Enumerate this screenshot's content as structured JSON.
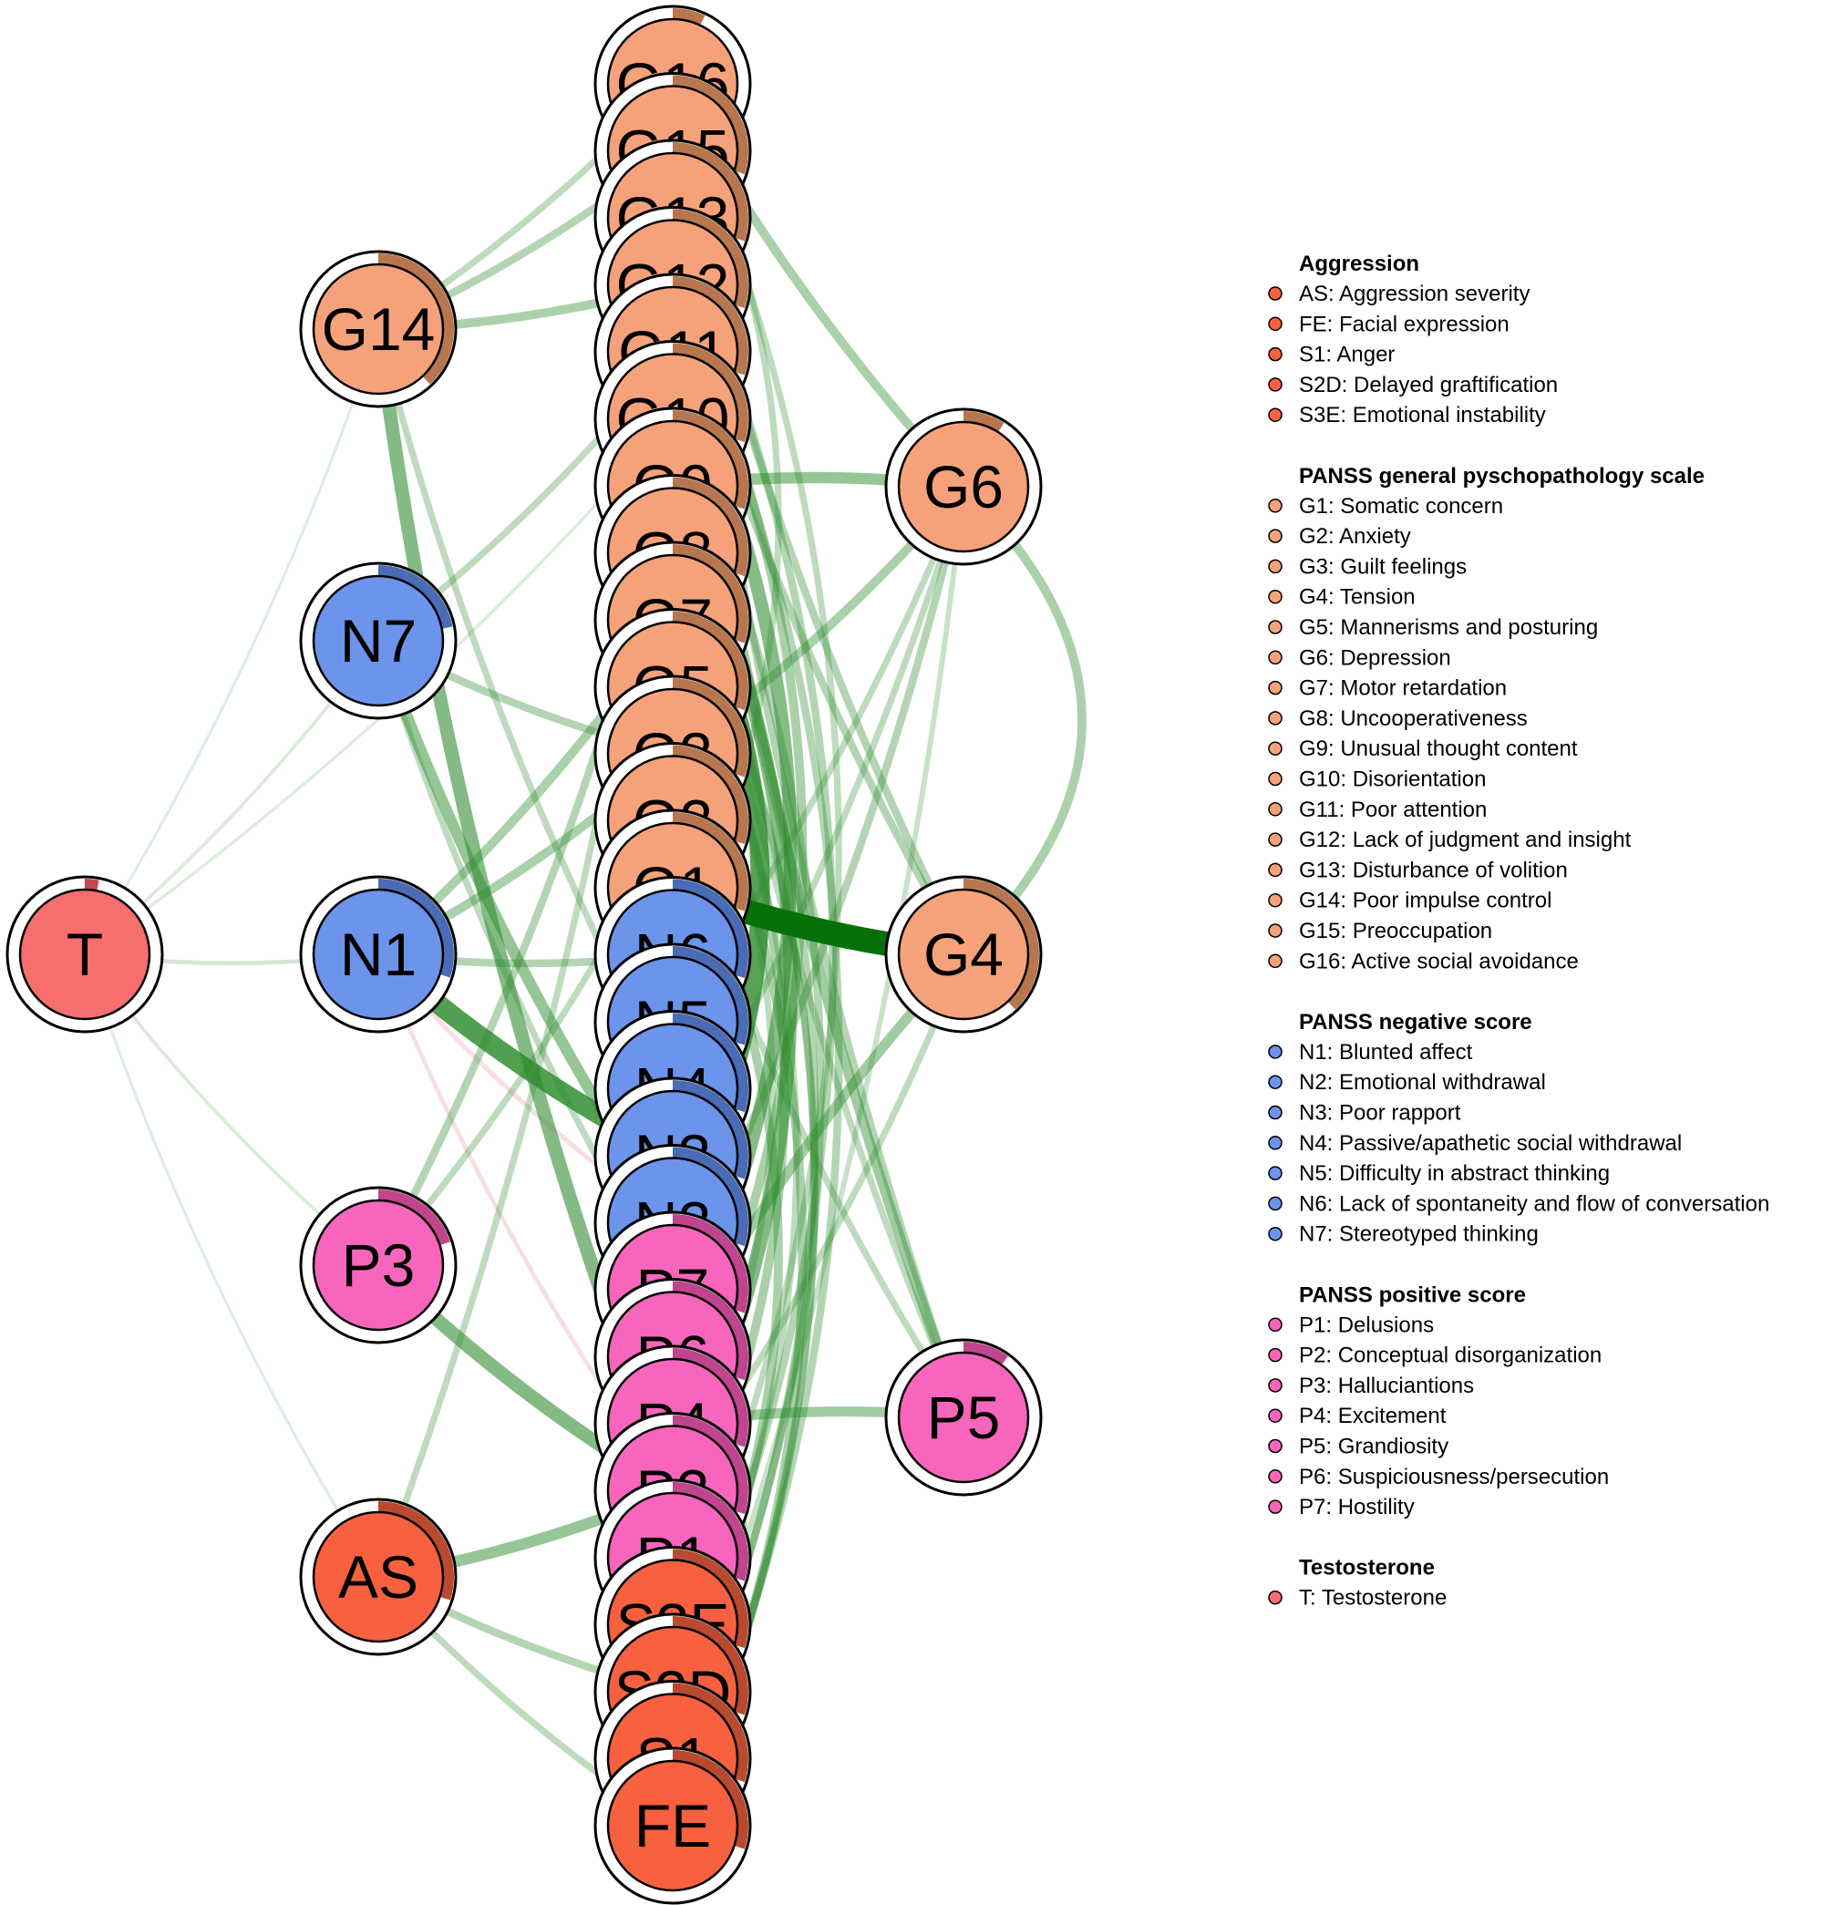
{
  "colors": {
    "Aggression": "#f8613f",
    "PANSS general pyschopathology scale": "#f5a27b",
    "PANSS negative score": "#6c94ea",
    "PANSS positive score": "#f766bc",
    "Testosterone": "#f76e6e",
    "edge_positive": "#2e8b2e",
    "edge_strong": "#087008",
    "edge_negative": "#e8a0a8",
    "ring_Aggression": "#b94a30",
    "ring_PANSS general pyschopathology scale": "#b8764f",
    "ring_PANSS negative score": "#4a6bb5",
    "ring_PANSS positive score": "#c0448e",
    "ring_Testosterone": "#c24a4a"
  },
  "nodes": [
    {
      "id": "G16",
      "group": "PANSS general pyschopathology scale",
      "pie": 0.07
    },
    {
      "id": "G15",
      "group": "PANSS general pyschopathology scale",
      "pie": 0.3
    },
    {
      "id": "G13",
      "group": "PANSS general pyschopathology scale",
      "pie": 0.3
    },
    {
      "id": "G12",
      "group": "PANSS general pyschopathology scale",
      "pie": 0.3
    },
    {
      "id": "G11",
      "group": "PANSS general pyschopathology scale",
      "pie": 0.3
    },
    {
      "id": "G10",
      "group": "PANSS general pyschopathology scale",
      "pie": 0.3
    },
    {
      "id": "G9",
      "group": "PANSS general pyschopathology scale",
      "pie": 0.3
    },
    {
      "id": "G8",
      "group": "PANSS general pyschopathology scale",
      "pie": 0.3
    },
    {
      "id": "G7",
      "group": "PANSS general pyschopathology scale",
      "pie": 0.3
    },
    {
      "id": "G5",
      "group": "PANSS general pyschopathology scale",
      "pie": 0.3
    },
    {
      "id": "G3",
      "group": "PANSS general pyschopathology scale",
      "pie": 0.3
    },
    {
      "id": "G2",
      "group": "PANSS general pyschopathology scale",
      "pie": 0.3
    },
    {
      "id": "G1",
      "group": "PANSS general pyschopathology scale",
      "pie": 0.3
    },
    {
      "id": "N6",
      "group": "PANSS negative score",
      "pie": 0.3
    },
    {
      "id": "N5",
      "group": "PANSS negative score",
      "pie": 0.3
    },
    {
      "id": "N4",
      "group": "PANSS negative score",
      "pie": 0.3
    },
    {
      "id": "N3",
      "group": "PANSS negative score",
      "pie": 0.3
    },
    {
      "id": "N2",
      "group": "PANSS negative score",
      "pie": 0.3
    },
    {
      "id": "P7",
      "group": "PANSS positive score",
      "pie": 0.3
    },
    {
      "id": "P6",
      "group": "PANSS positive score",
      "pie": 0.3
    },
    {
      "id": "P4",
      "group": "PANSS positive score",
      "pie": 0.3
    },
    {
      "id": "P2",
      "group": "PANSS positive score",
      "pie": 0.3
    },
    {
      "id": "P1",
      "group": "PANSS positive score",
      "pie": 0.3
    },
    {
      "id": "S3E",
      "group": "Aggression",
      "pie": 0.3
    },
    {
      "id": "S2D",
      "group": "Aggression",
      "pie": 0.3
    },
    {
      "id": "S1",
      "group": "Aggression",
      "pie": 0.3
    },
    {
      "id": "FE",
      "group": "Aggression",
      "pie": 0.3
    },
    {
      "id": "G14",
      "group": "PANSS general pyschopathology scale",
      "pie": 0.38
    },
    {
      "id": "N7",
      "group": "PANSS negative score",
      "pie": 0.22
    },
    {
      "id": "N1",
      "group": "PANSS negative score",
      "pie": 0.3
    },
    {
      "id": "P3",
      "group": "PANSS positive score",
      "pie": 0.2
    },
    {
      "id": "AS",
      "group": "Aggression",
      "pie": 0.3
    },
    {
      "id": "T",
      "group": "Testosterone",
      "pie": 0.03
    },
    {
      "id": "G6",
      "group": "PANSS general pyschopathology scale",
      "pie": 0.09
    },
    {
      "id": "G4",
      "group": "PANSS general pyschopathology scale",
      "pie": 0.38
    },
    {
      "id": "P5",
      "group": "PANSS positive score",
      "pie": 0.1
    }
  ],
  "edges": [
    {
      "from": "G1",
      "to": "G4",
      "weight": 0.95
    },
    {
      "from": "P4",
      "to": "P1",
      "weight": 0.9
    },
    {
      "from": "P6",
      "to": "P1",
      "weight": 0.85
    },
    {
      "from": "N1",
      "to": "N3",
      "weight": 0.75
    },
    {
      "from": "G8",
      "to": "N2",
      "weight": 0.72
    },
    {
      "from": "N4",
      "to": "N2",
      "weight": 0.7
    },
    {
      "from": "G15",
      "to": "G11",
      "weight": 0.6
    },
    {
      "from": "N6",
      "to": "N3",
      "weight": 0.6
    },
    {
      "from": "S3E",
      "to": "S1",
      "weight": 0.55
    },
    {
      "from": "G14",
      "to": "P2",
      "weight": 0.5
    },
    {
      "from": "P3",
      "to": "P2",
      "weight": 0.5
    },
    {
      "from": "G10",
      "to": "G2",
      "weight": 0.5
    },
    {
      "from": "G9",
      "to": "P2",
      "weight": 0.5
    },
    {
      "from": "G11",
      "to": "P6",
      "weight": 0.48
    },
    {
      "from": "N7",
      "to": "N2",
      "weight": 0.4
    },
    {
      "from": "AS",
      "to": "P2",
      "weight": 0.4
    },
    {
      "from": "G6",
      "to": "G9",
      "weight": 0.4
    },
    {
      "from": "G4",
      "to": "P6",
      "weight": 0.35
    },
    {
      "from": "P5",
      "to": "P4",
      "weight": 0.35
    },
    {
      "from": "G13",
      "to": "P5",
      "weight": 0.35
    },
    {
      "from": "G16",
      "to": "G6",
      "weight": 0.3
    },
    {
      "from": "G6",
      "to": "G4",
      "weight": 0.3
    },
    {
      "from": "G2",
      "to": "S2D",
      "weight": 0.3
    },
    {
      "from": "N1",
      "to": "G7",
      "weight": 0.3
    },
    {
      "from": "G14",
      "to": "G12",
      "weight": 0.3
    },
    {
      "from": "G14",
      "to": "G15",
      "weight": 0.25
    },
    {
      "from": "G12",
      "to": "P4",
      "weight": 0.3
    },
    {
      "from": "N5",
      "to": "G5",
      "weight": 0.3
    },
    {
      "from": "G3",
      "to": "G6",
      "weight": 0.3
    },
    {
      "from": "N7",
      "to": "G3",
      "weight": 0.25
    },
    {
      "from": "N1",
      "to": "G3",
      "weight": 0.3
    },
    {
      "from": "P3",
      "to": "G9",
      "weight": 0.25
    },
    {
      "from": "G5",
      "to": "FE",
      "weight": 0.3
    },
    {
      "from": "G7",
      "to": "P1",
      "weight": 0.3
    },
    {
      "from": "S2D",
      "to": "G13",
      "weight": 0.25
    },
    {
      "from": "S1",
      "to": "G10",
      "weight": 0.25
    },
    {
      "from": "FE",
      "to": "G12",
      "weight": 0.25
    },
    {
      "from": "FE",
      "to": "G8",
      "weight": 0.2
    },
    {
      "from": "S3E",
      "to": "G16",
      "weight": 0.2
    },
    {
      "from": "AS",
      "to": "S2D",
      "weight": 0.25
    },
    {
      "from": "AS",
      "to": "FE",
      "weight": 0.2
    },
    {
      "from": "AS",
      "to": "G11",
      "weight": 0.2
    },
    {
      "from": "P3",
      "to": "G2",
      "weight": 0.2
    },
    {
      "from": "N1",
      "to": "N6",
      "weight": 0.25
    },
    {
      "from": "N7",
      "to": "G11",
      "weight": 0.2
    },
    {
      "from": "N7",
      "to": "P7",
      "weight": 0.2
    },
    {
      "from": "G14",
      "to": "N4",
      "weight": 0.2
    },
    {
      "from": "G14",
      "to": "G16",
      "weight": 0.2
    },
    {
      "from": "G15",
      "to": "G4",
      "weight": 0.25
    },
    {
      "from": "G16",
      "to": "P5",
      "weight": 0.25
    },
    {
      "from": "G12",
      "to": "G4",
      "weight": 0.25
    },
    {
      "from": "G10",
      "to": "P5",
      "weight": 0.2
    },
    {
      "from": "G9",
      "to": "S1",
      "weight": 0.25
    },
    {
      "from": "G8",
      "to": "FE",
      "weight": 0.25
    },
    {
      "from": "G7",
      "to": "S2D",
      "weight": 0.2
    },
    {
      "from": "G5",
      "to": "P2",
      "weight": 0.2
    },
    {
      "from": "G2",
      "to": "P5",
      "weight": 0.2
    },
    {
      "from": "N2",
      "to": "S2D",
      "weight": 0.2
    },
    {
      "from": "N3",
      "to": "G6",
      "weight": 0.2
    },
    {
      "from": "N5",
      "to": "G6",
      "weight": 0.2
    },
    {
      "from": "P7",
      "to": "G6",
      "weight": 0.25
    },
    {
      "from": "P7",
      "to": "S1",
      "weight": 0.3
    },
    {
      "from": "P1",
      "to": "S3E",
      "weight": 0.2
    },
    {
      "from": "P2",
      "to": "G4",
      "weight": 0.2
    },
    {
      "from": "S1",
      "to": "G6",
      "weight": 0.15
    },
    {
      "from": "N6",
      "to": "G16",
      "weight": 0.2
    },
    {
      "from": "T",
      "to": "N1",
      "weight": 0.1
    },
    {
      "from": "T",
      "to": "N7",
      "weight": 0.06
    },
    {
      "from": "T",
      "to": "P3",
      "weight": 0.06
    },
    {
      "from": "T",
      "to": "G14",
      "weight": 0.04
    },
    {
      "from": "T",
      "to": "AS",
      "weight": 0.04
    },
    {
      "from": "T",
      "to": "G10",
      "weight": 0.05
    },
    {
      "from": "N1",
      "to": "N2",
      "weight": -0.12
    },
    {
      "from": "N1",
      "to": "P2",
      "weight": -0.1
    },
    {
      "from": "P7",
      "to": "N4",
      "weight": -0.08
    }
  ],
  "legend": [
    {
      "title": "Aggression",
      "items": [
        {
          "label": "AS: Aggression severity"
        },
        {
          "label": "FE: Facial expression"
        },
        {
          "label": "S1: Anger"
        },
        {
          "label": "S2D: Delayed graftification"
        },
        {
          "label": "S3E: Emotional instability"
        }
      ]
    },
    {
      "title": "PANSS general pyschopathology scale",
      "items": [
        {
          "label": "G1: Somatic concern"
        },
        {
          "label": "G2: Anxiety"
        },
        {
          "label": "G3: Guilt feelings"
        },
        {
          "label": "G4: Tension"
        },
        {
          "label": "G5: Mannerisms and posturing"
        },
        {
          "label": "G6: Depression"
        },
        {
          "label": "G7: Motor retardation"
        },
        {
          "label": "G8: Uncooperativeness"
        },
        {
          "label": "G9: Unusual thought content"
        },
        {
          "label": "G10: Disorientation"
        },
        {
          "label": "G11: Poor attention"
        },
        {
          "label": "G12: Lack of judgment and insight"
        },
        {
          "label": "G13: Disturbance of volition"
        },
        {
          "label": "G14: Poor impulse control"
        },
        {
          "label": "G15: Preoccupation"
        },
        {
          "label": "G16: Active social avoidance"
        }
      ]
    },
    {
      "title": "PANSS negative score",
      "items": [
        {
          "label": "N1: Blunted affect"
        },
        {
          "label": "N2: Emotional withdrawal"
        },
        {
          "label": "N3: Poor rapport"
        },
        {
          "label": "N4: Passive/apathetic social withdrawal"
        },
        {
          "label": "N5: Difficulty in abstract thinking"
        },
        {
          "label": "N6: Lack of spontaneity and flow of conversation"
        },
        {
          "label": "N7: Stereotyped thinking"
        }
      ]
    },
    {
      "title": "PANSS positive score",
      "items": [
        {
          "label": "P1: Delusions"
        },
        {
          "label": "P2: Conceptual disorganization"
        },
        {
          "label": "P3: Halluciantions"
        },
        {
          "label": "P4: Excitement"
        },
        {
          "label": "P5: Grandiosity"
        },
        {
          "label": "P6: Suspiciousness/persecution"
        },
        {
          "label": "P7: Hostility"
        }
      ]
    },
    {
      "title": "Testosterone",
      "items": [
        {
          "label": "T: Testosterone"
        }
      ]
    }
  ]
}
